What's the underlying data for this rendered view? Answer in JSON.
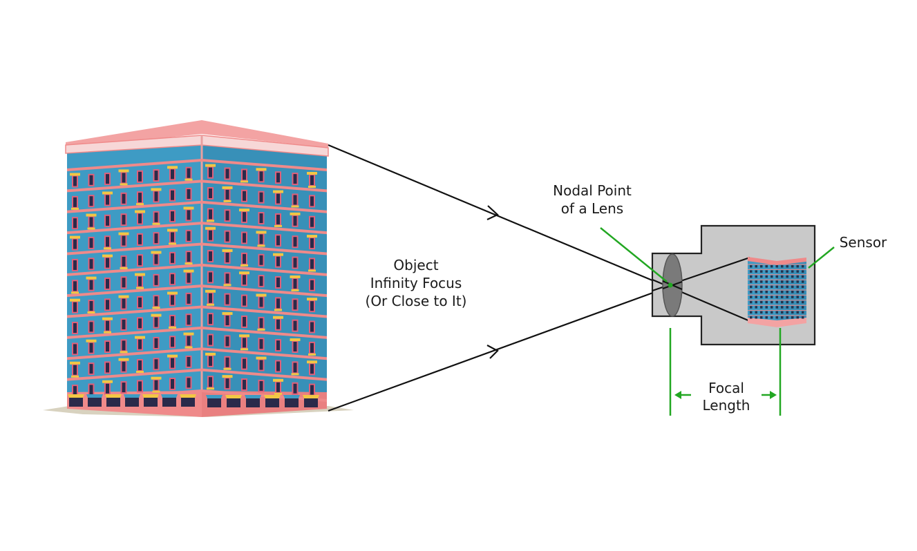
{
  "labels": {
    "object": [
      "Object",
      "Infinity Focus",
      "(Or Close to It)"
    ],
    "nodal_point": [
      "Nodal Point",
      "of a Lens"
    ],
    "sensor": "Sensor",
    "focal_length": [
      "Focal",
      "Length"
    ]
  },
  "colors": {
    "background": "#ffffff",
    "building_wall": "#3e9bc4",
    "building_wall_shade": "#2f86ad",
    "building_trim": "#ef8a8a",
    "building_cornice": "#f3a3a3",
    "window_frame": "#e0607a",
    "window_glass": "#2a2a4a",
    "awning_yellow": "#f2c744",
    "ground": "#d8d2bf",
    "camera_body": "#c9c9c9",
    "camera_outline": "#222222",
    "lens": "#7a7a7a",
    "light_ray": "#111111",
    "annotation_green": "#22a722"
  },
  "icons": {
    "building": "building-illustration",
    "camera": "camera-body-outline",
    "lens": "lens-ellipse",
    "arrow": "arrowhead"
  }
}
